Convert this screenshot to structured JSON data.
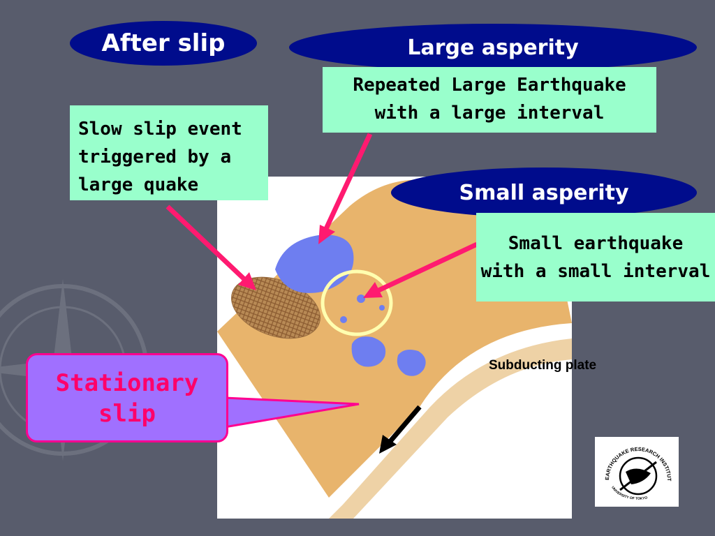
{
  "labels": {
    "after_slip": "After slip",
    "large_asperity": "Large asperity",
    "small_asperity": "Small asperity",
    "stationary_slip_line1": "Stationary",
    "stationary_slip_line2": "slip",
    "subducting_plate": "Subducting plate"
  },
  "notes": {
    "large_quake_line1": "Repeated Large Earthquake",
    "large_quake_line2": "with a large interval",
    "slow_slip_line1": "Slow slip event",
    "slow_slip_line2": "triggered by a",
    "slow_slip_line3": "large quake",
    "small_quake_line1": "Small earthquake",
    "small_quake_line2": "with a small interval"
  },
  "logo": {
    "top_text": "EARTHQUAKE RESEARCH INSTITUTE",
    "bottom_text": "UNIVERSITY OF TOKYO"
  },
  "colors": {
    "background": "#585c6c",
    "oval": "#000c8c",
    "note": "#99ffcc",
    "plate": "#e8b46c",
    "slab": "#eed2a6",
    "asperity": "#6e7ef0",
    "arrow": "#ff1a70",
    "highlight_ring": "#ffffb0",
    "callout_fill": "#a070ff",
    "callout_text": "#ff006a"
  }
}
